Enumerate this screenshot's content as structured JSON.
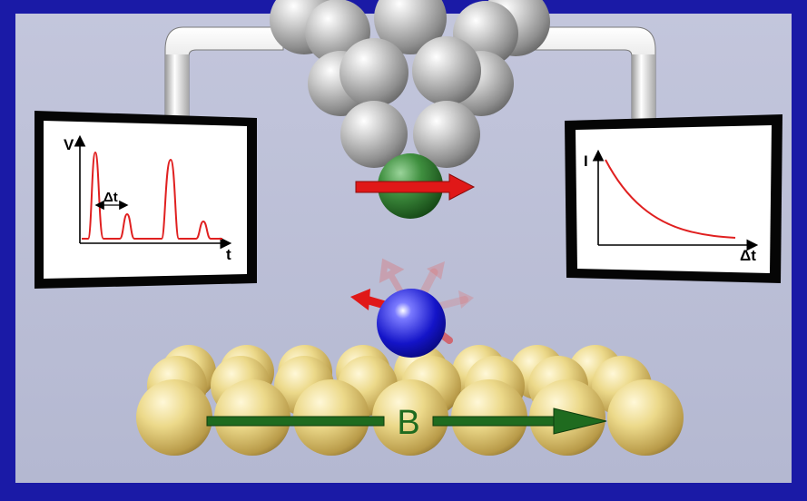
{
  "colors": {
    "border": "#1a1aa6",
    "background": "#b9bdd6",
    "tip_atom": "#b8b8b8",
    "probe_atom": "#2e7d32",
    "adatom": "#1a1ad0",
    "substrate_atom": "#e8d07a",
    "spin_arrow": "#e01818",
    "field_arrow": "#1f6b1f",
    "plot_line": "#e02020"
  },
  "icons": {
    "stm_tip": "sphere-cluster",
    "probe": "green-sphere",
    "adatom": "blue-sphere",
    "surface": "gold-sphere-lattice"
  },
  "left_monitor": {
    "y_axis_label": "V",
    "x_axis_label": "t",
    "interval_label": "Δt"
  },
  "right_monitor": {
    "y_axis_label": "I",
    "x_axis_label": "Δt"
  },
  "field": {
    "label": "B"
  }
}
